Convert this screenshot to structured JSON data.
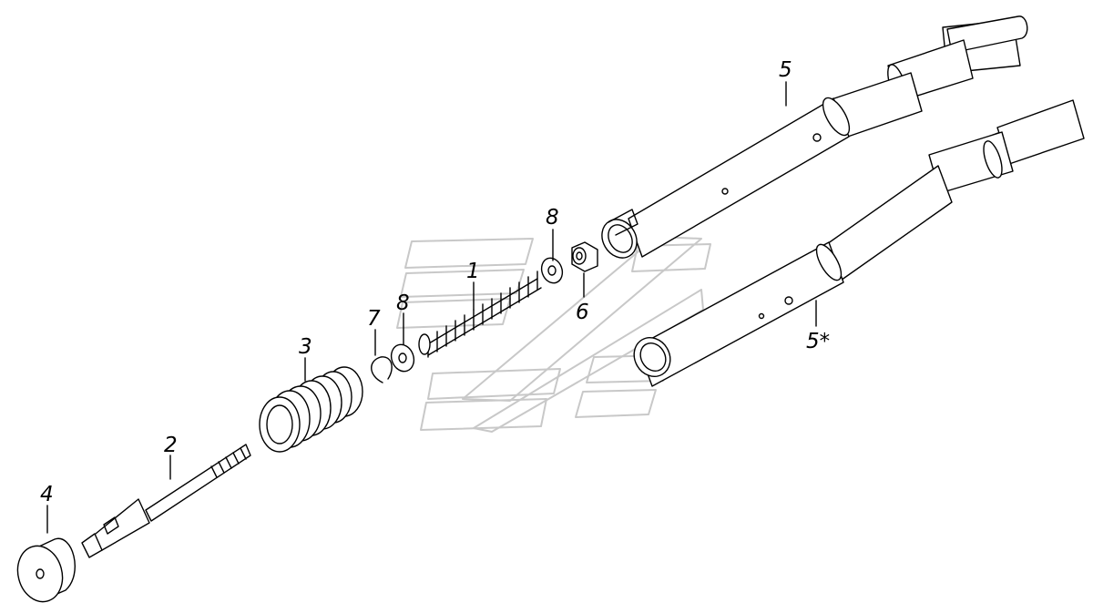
{
  "parts": [
    {
      "id": "p1",
      "label": "1",
      "name": "spring-small"
    },
    {
      "id": "p2",
      "label": "2",
      "name": "rod"
    },
    {
      "id": "p3",
      "label": "3",
      "name": "spring-large"
    },
    {
      "id": "p4",
      "label": "4",
      "name": "cap"
    },
    {
      "id": "p5",
      "label": "5",
      "name": "shaft"
    },
    {
      "id": "p5s",
      "label": "5*",
      "name": "shaft-variant"
    },
    {
      "id": "p6",
      "label": "6",
      "name": "nut"
    },
    {
      "id": "p7",
      "label": "7",
      "name": "retaining-ring"
    },
    {
      "id": "p8a",
      "label": "8",
      "name": "washer-upper"
    },
    {
      "id": "p8b",
      "label": "8",
      "name": "washer-lower"
    }
  ],
  "colors": {
    "line": "#000000",
    "watermark": "#c8c8c8",
    "background": "#ffffff"
  }
}
